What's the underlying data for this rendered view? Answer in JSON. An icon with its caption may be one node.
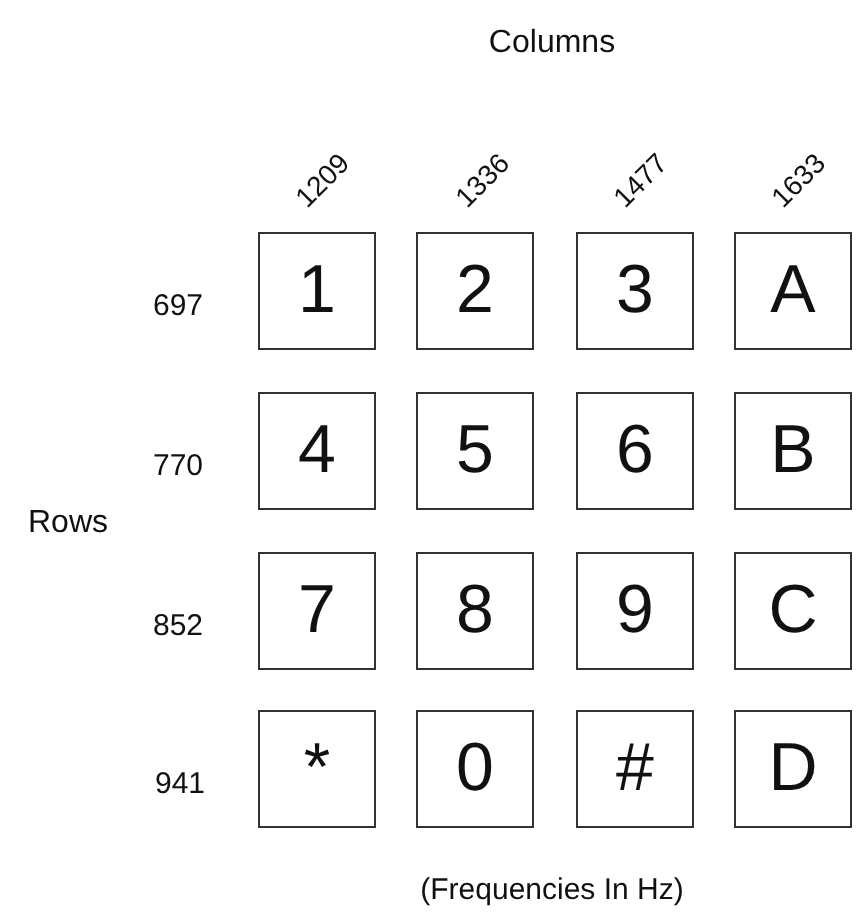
{
  "diagram": {
    "nodes": [
      {
        "text": [
          "1"
        ]
      },
      {
        "text": [
          "2"
        ]
      },
      {
        "text": [
          "3"
        ]
      },
      {
        "text": [
          "A"
        ]
      },
      {
        "text": [
          "4"
        ]
      },
      {
        "text": [
          "5"
        ]
      },
      {
        "text": [
          "6"
        ]
      },
      {
        "text": [
          "B"
        ]
      },
      {
        "text": [
          "7"
        ]
      },
      {
        "text": [
          "8"
        ]
      },
      {
        "text": [
          "9"
        ]
      },
      {
        "text": [
          "C"
        ]
      },
      {
        "text": [
          "*"
        ]
      },
      {
        "text": [
          "0"
        ]
      },
      {
        "text": [
          "#"
        ]
      },
      {
        "text": [
          "D"
        ]
      }
    ],
    "labels": [
      "Columns",
      "1209",
      "1336",
      "1477",
      "1633",
      "697",
      "770",
      "Rows",
      "852",
      "941",
      "(Frequencies In Hz)"
    ]
  }
}
